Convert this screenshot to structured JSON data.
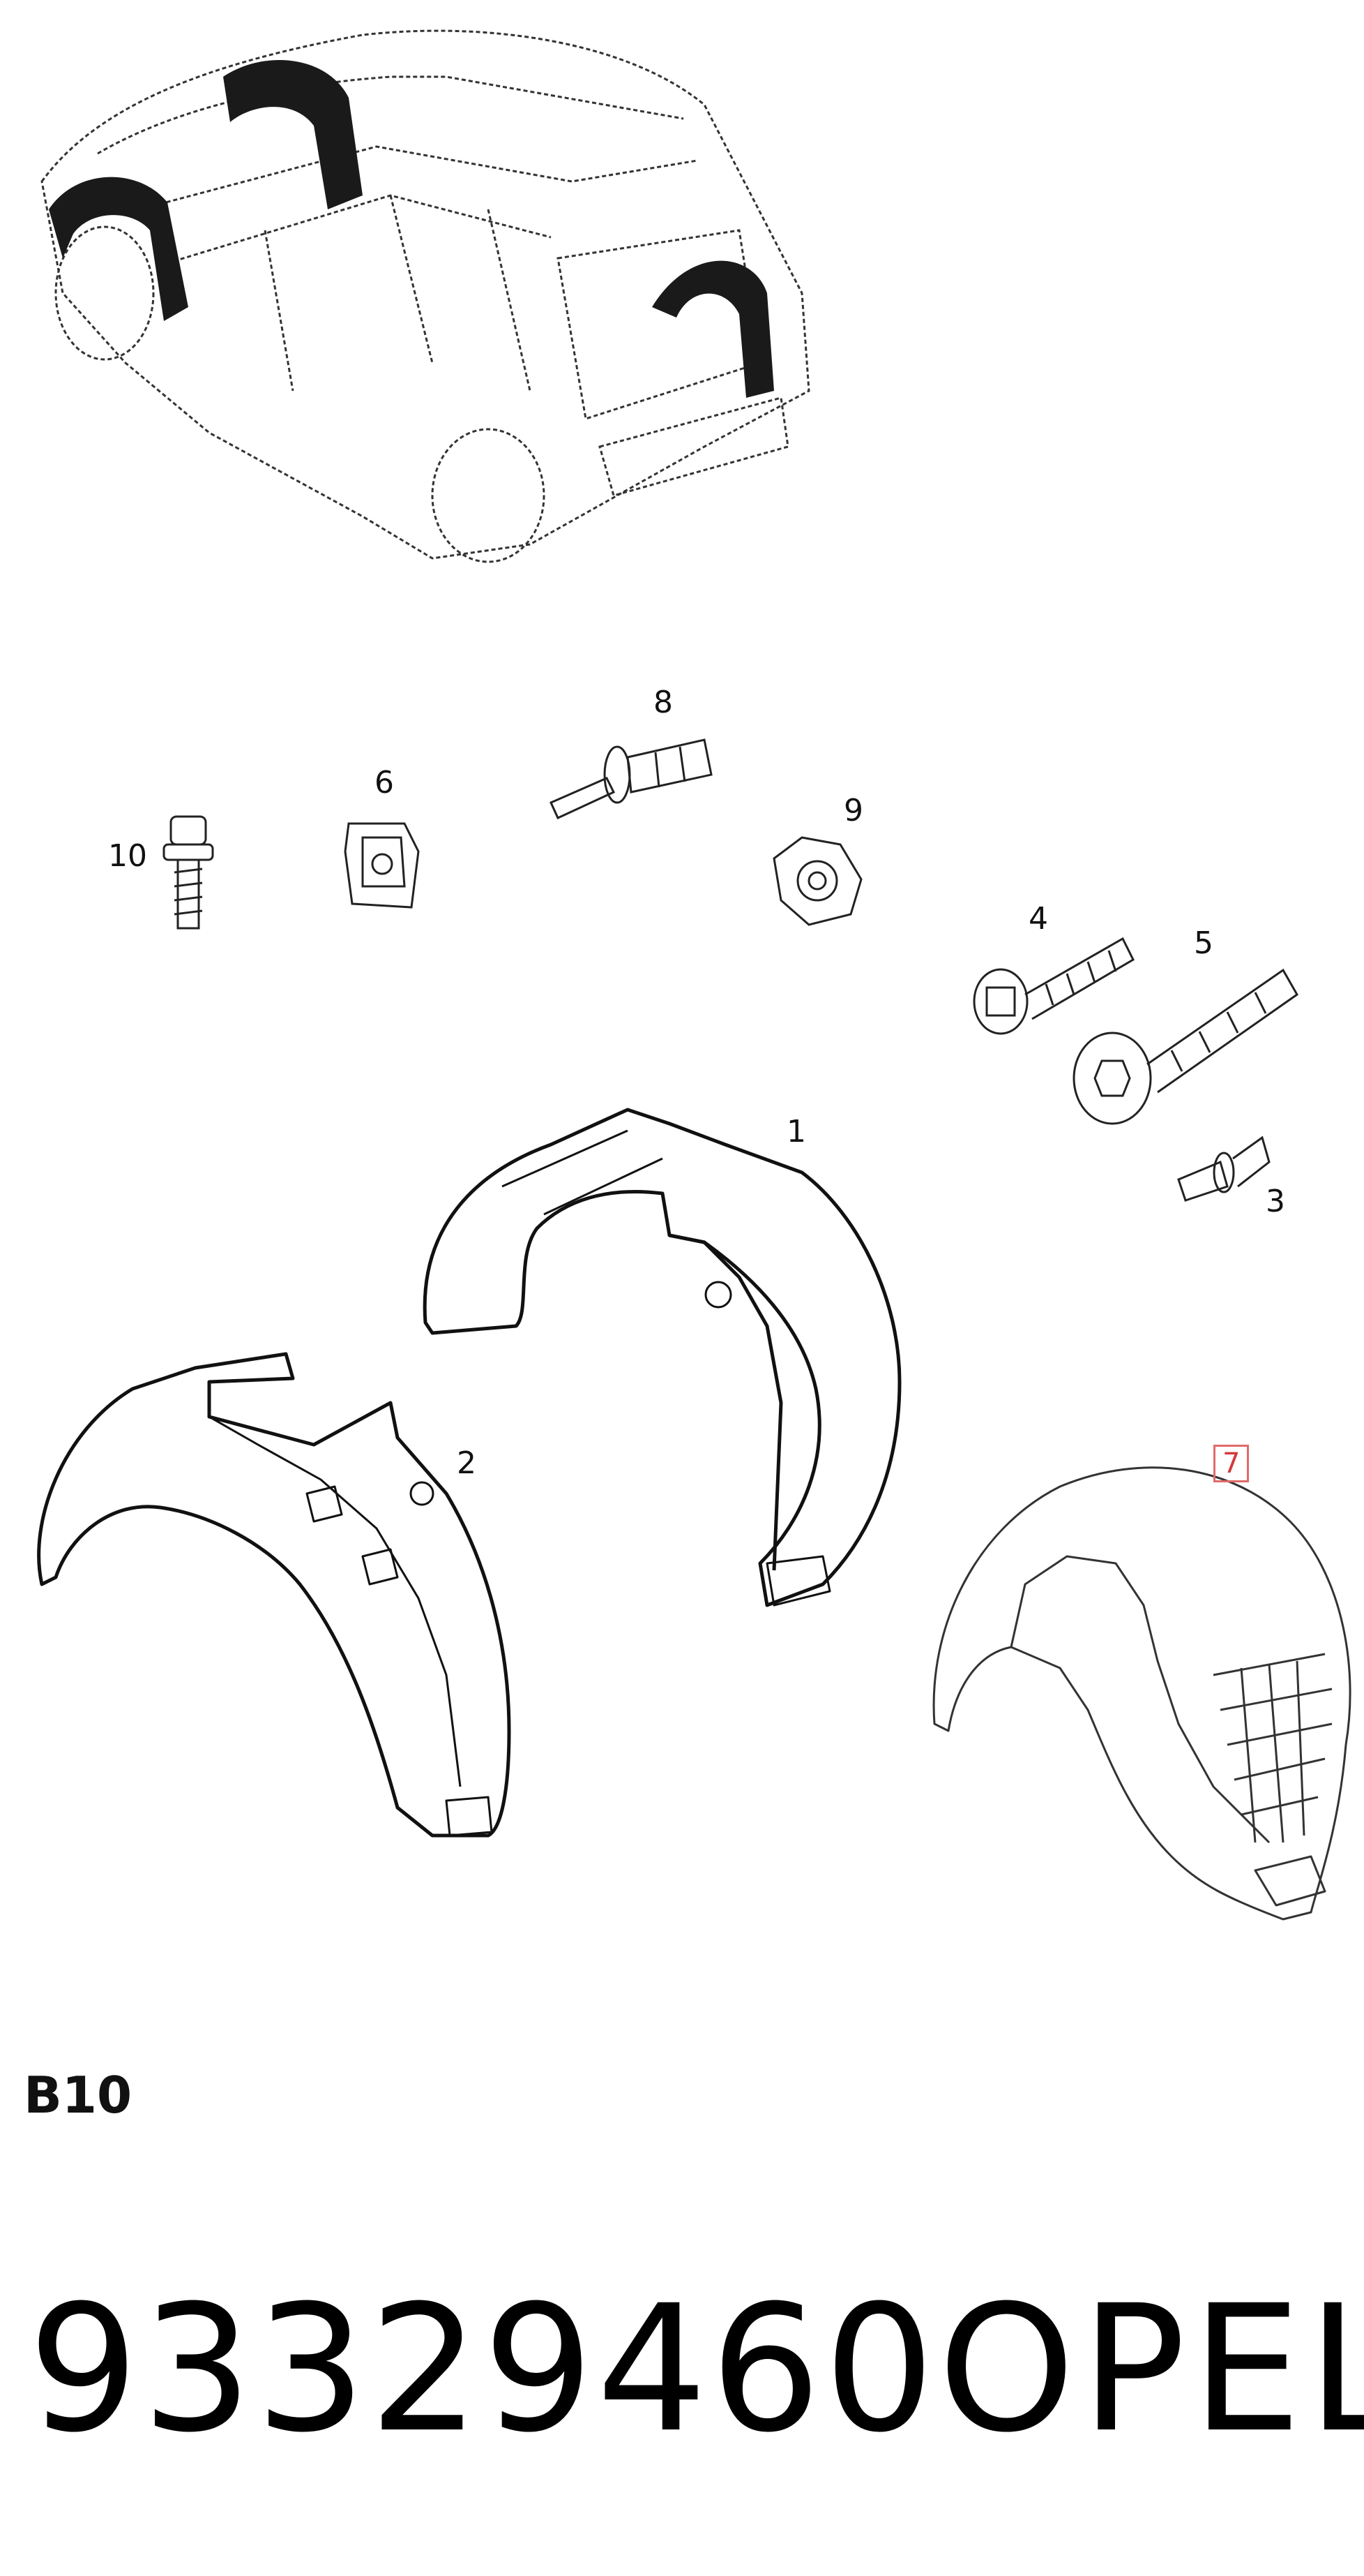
{
  "callouts": {
    "c1": "1",
    "c2": "2",
    "c3": "3",
    "c4": "4",
    "c5": "5",
    "c6": "6",
    "c7": "7",
    "c8": "8",
    "c9": "9",
    "c10": "10"
  },
  "section_code": "B10",
  "part_number": "93329460",
  "brand": "OPEL",
  "colors": {
    "highlight": "#d23a3a",
    "line": "#111111"
  }
}
